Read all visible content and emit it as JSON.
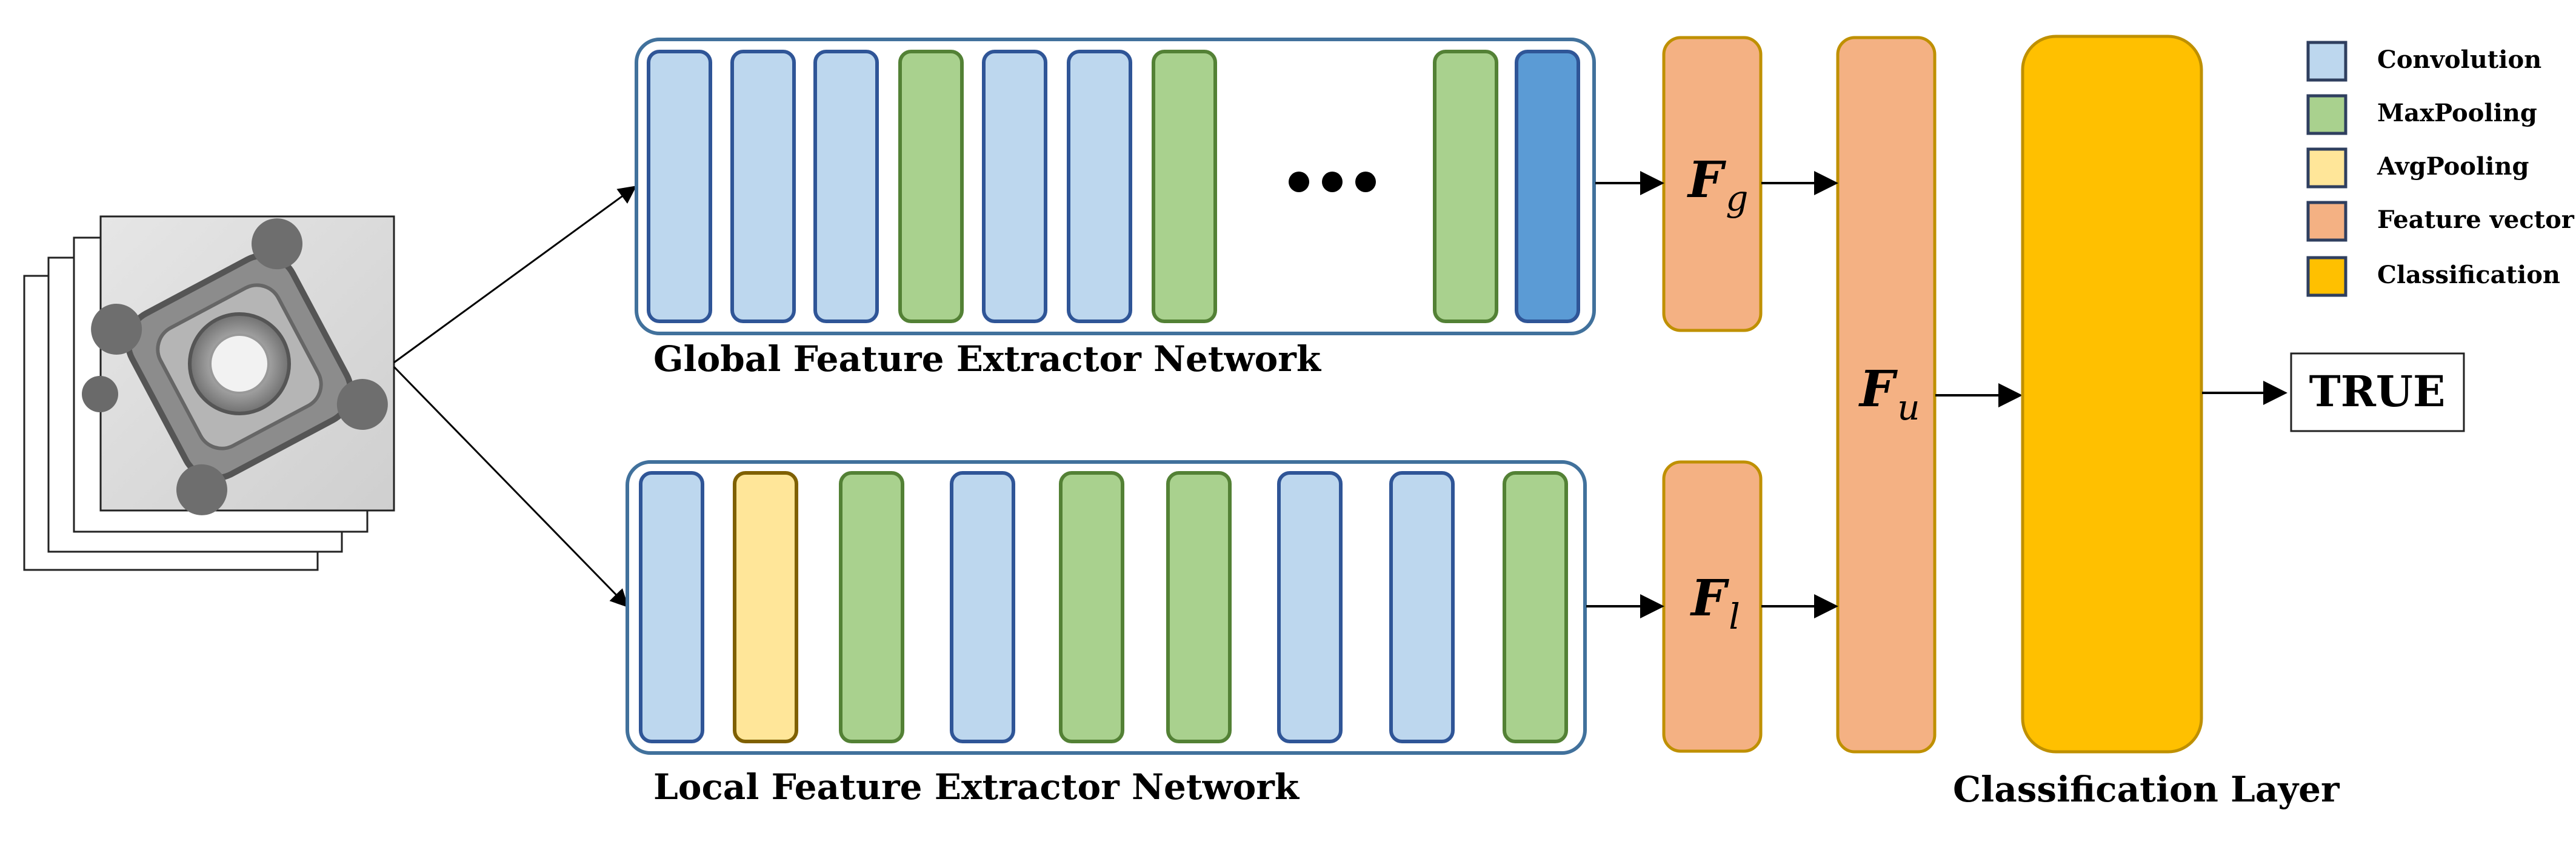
{
  "diagram": {
    "global_network": {
      "label": "Global Feature Extractor Network",
      "layers": [
        "conv",
        "conv",
        "conv",
        "maxpool",
        "conv",
        "conv",
        "maxpool",
        "ellipsis",
        "maxpool",
        "conv-dark"
      ]
    },
    "local_network": {
      "label": "Local Feature Extractor Network",
      "layers": [
        "conv",
        "avgpool",
        "maxpool",
        "conv",
        "maxpool",
        "maxpool",
        "conv",
        "conv",
        "maxpool"
      ]
    },
    "features": {
      "fg_base": "F",
      "fg_sub": "g",
      "fl_base": "F",
      "fl_sub": "l",
      "fu_base": "F",
      "fu_sub": "u"
    },
    "classification_label": "Classification Layer",
    "output_label": "TRUE",
    "legend": [
      {
        "key": "conv",
        "label": "Convolution"
      },
      {
        "key": "maxpool",
        "label": "MaxPooling"
      },
      {
        "key": "avgpool",
        "label": "AvgPooling"
      },
      {
        "key": "feature",
        "label": "Feature vector"
      },
      {
        "key": "classification",
        "label": "Classification"
      }
    ],
    "colors": {
      "conv": "#bdd7ee",
      "conv_border": "#2f5597",
      "conv_dark": "#5b9bd5",
      "maxpool": "#a9d18e",
      "maxpool_border": "#538135",
      "avgpool": "#ffe699",
      "avgpool_border": "#7f6000",
      "feature": "#f4b183",
      "feature_border": "#bf9000",
      "classification": "#ffc000",
      "classification_border": "#bf9000",
      "network_border": "#41719c"
    }
  }
}
